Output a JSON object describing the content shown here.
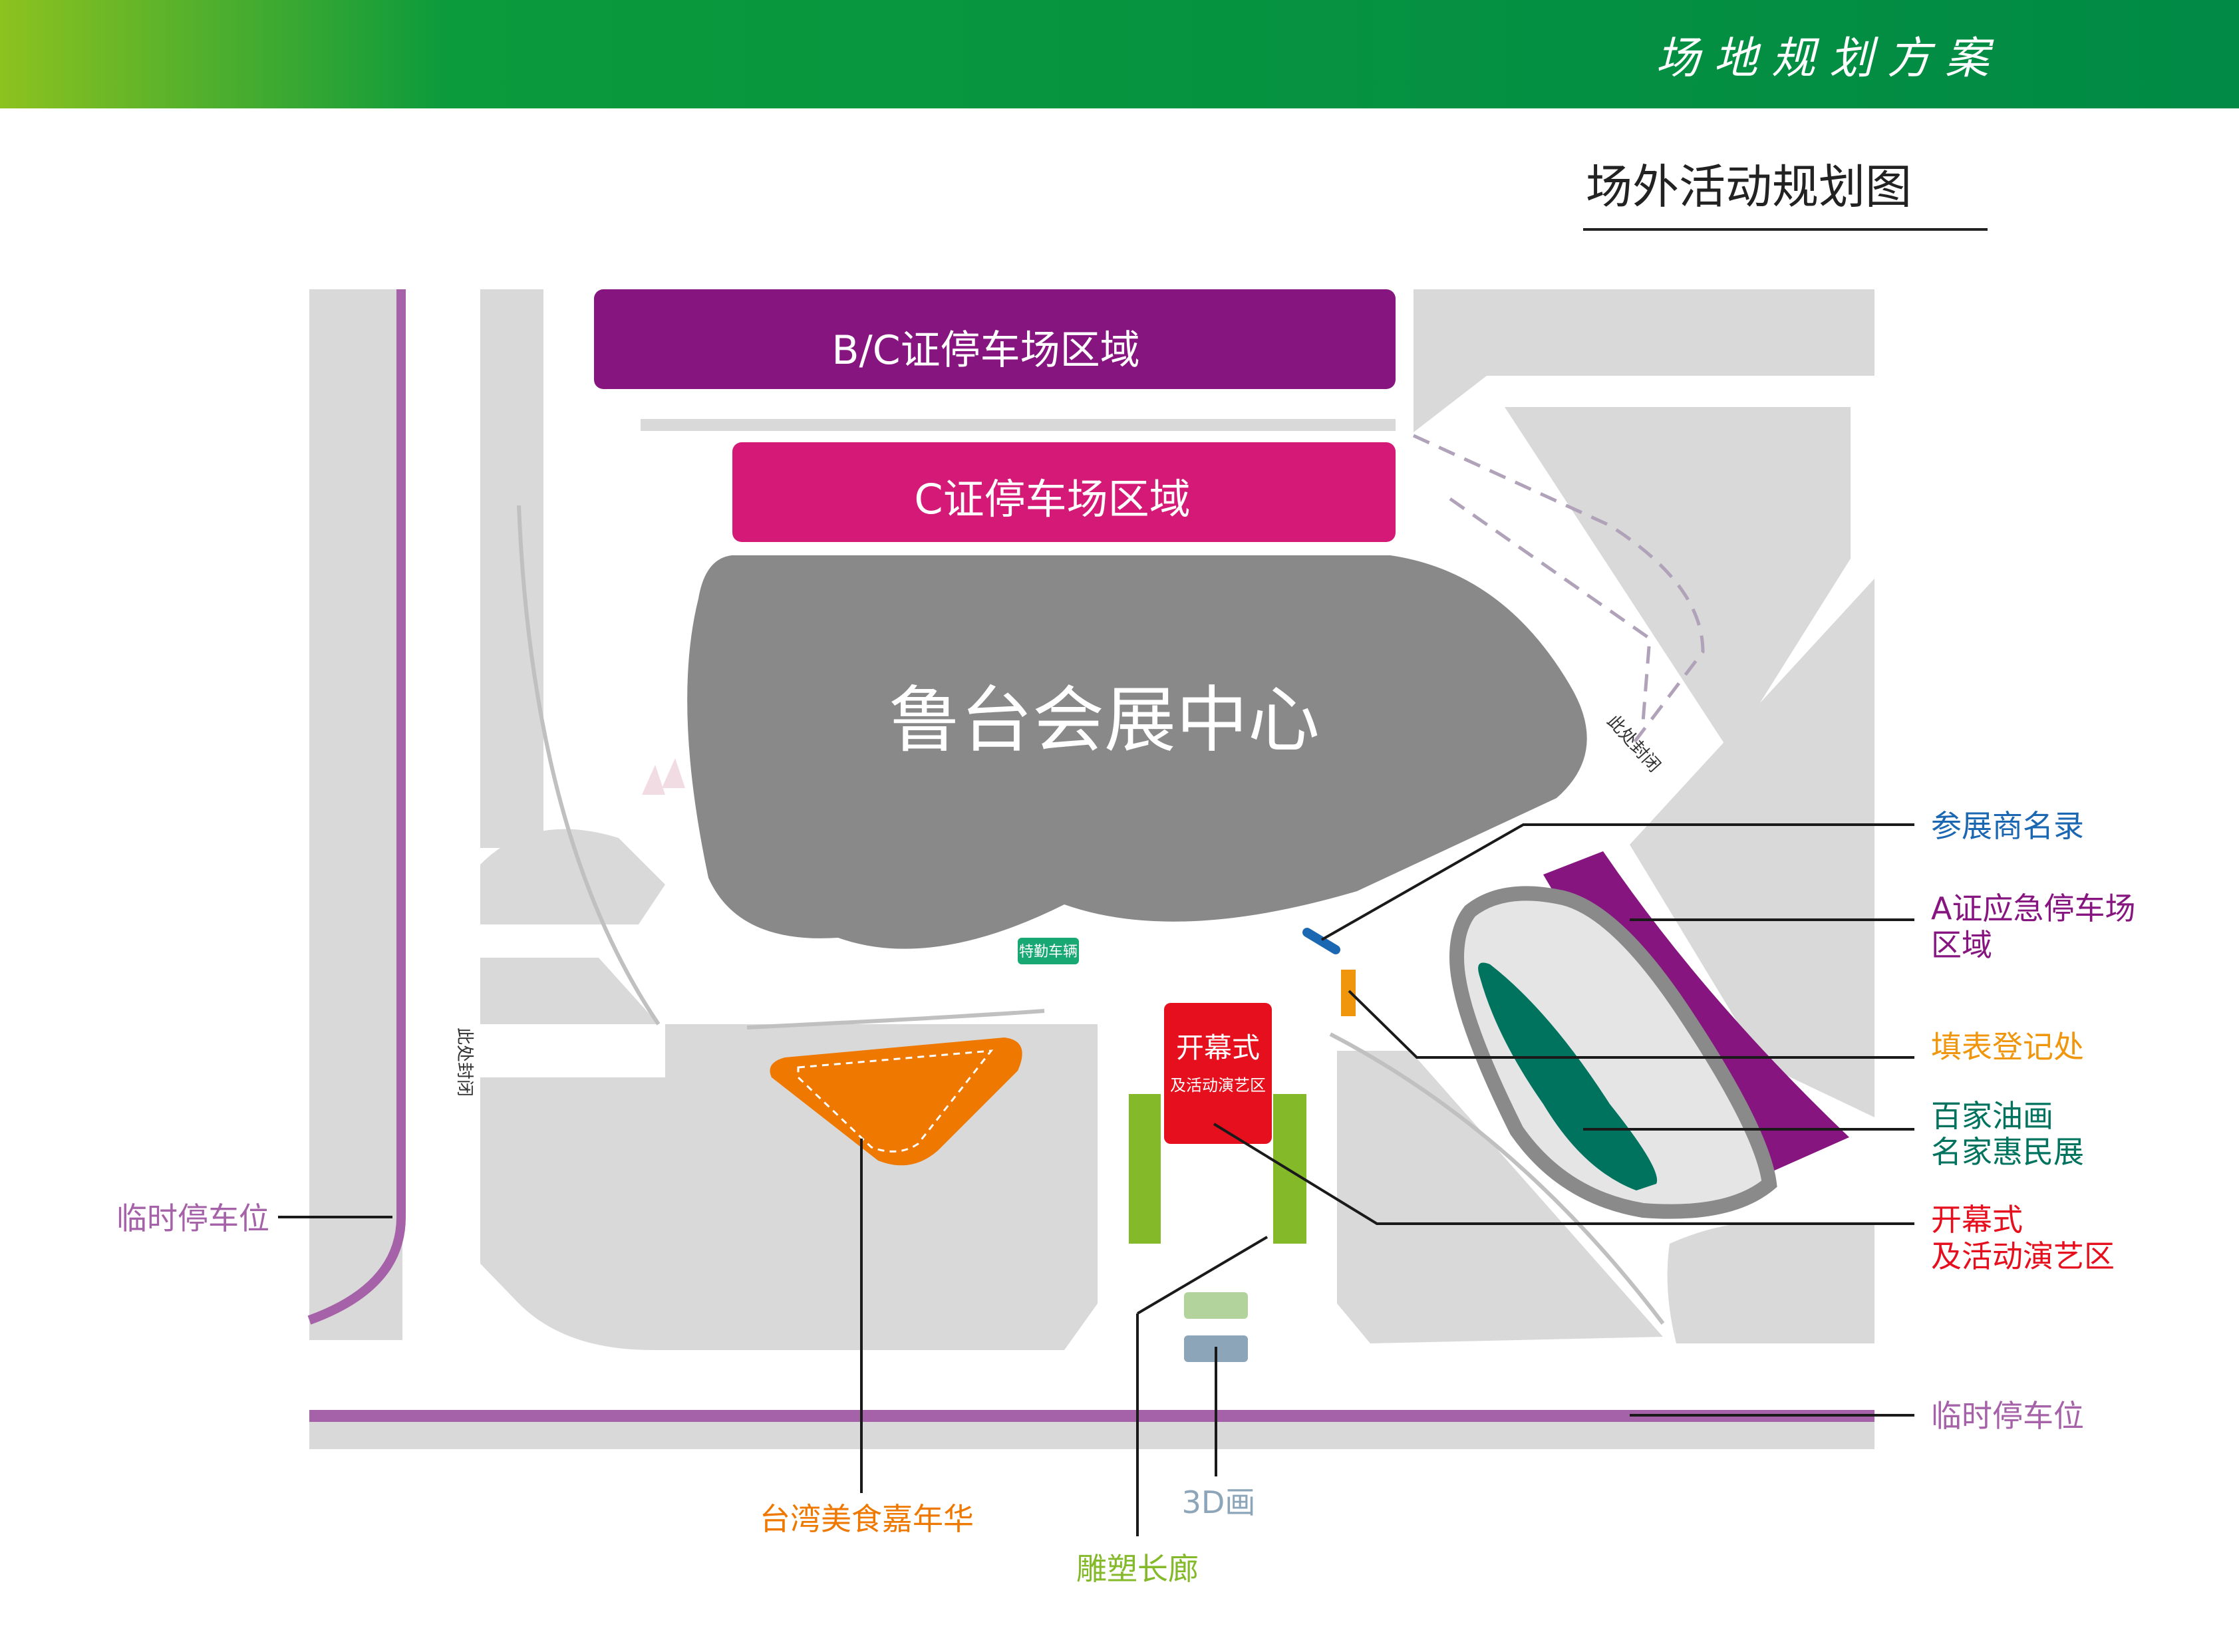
{
  "header": {
    "section_title": "场 地 规 划 方 案",
    "bar_color_start": "#8dc21f",
    "bar_color_end": "#008a45"
  },
  "page": {
    "subtitle": "场外活动规划图"
  },
  "map": {
    "zones": {
      "bc_parking": "B/C证停车场区域",
      "c_parking": "C证停车场区域",
      "exhibition_center": "鲁台会展中心",
      "special_vehicle": "特勤车辆",
      "opening_box_title": "开幕式",
      "opening_box_sub": "及活动演艺区",
      "closed_here_east": "此处封闭",
      "closed_here_west": "此处封闭"
    },
    "legend": {
      "exhibitor_directory": "参展商名录",
      "a_parking_line1": "A证应急停车场",
      "a_parking_line2": "区域",
      "registration": "填表登记处",
      "painting_line1": "百家油画",
      "painting_line2": "名家惠民展",
      "opening_line1": "开幕式",
      "opening_line2": "及活动演艺区",
      "temp_parking_bottom": "临时停车位",
      "temp_parking_left": "临时停车位",
      "taiwan_food": "台湾美食嘉年华",
      "painting_3d": "3D画",
      "sculpture_corridor": "雕塑长廊"
    },
    "colors": {
      "bc_parking": "#861580",
      "c_parking": "#d41a76",
      "exhibition_center": "#898989",
      "a_parking": "#861580",
      "painting": "#00735f",
      "registration": "#f0960c",
      "directory": "#1c67b2",
      "opening": "#e50f1d",
      "food": "#ee7800",
      "sculpture": "#84b92a",
      "painting_3d": "#8ca5b8",
      "temp_parking": "#a562a8",
      "special_vehicle": "#18a873"
    }
  }
}
